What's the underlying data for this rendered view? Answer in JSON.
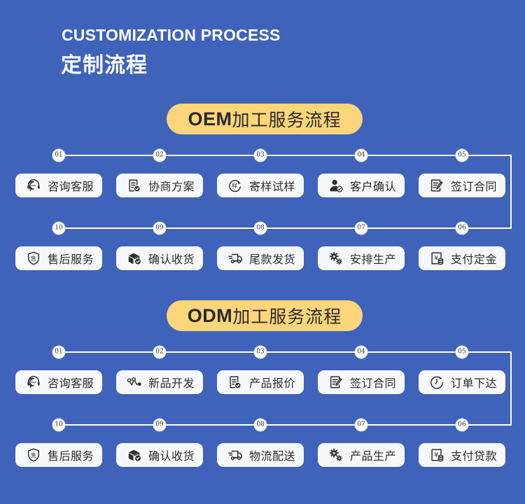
{
  "header": {
    "title_en": "CUSTOMIZATION PROCESS",
    "title_cn": "定制流程"
  },
  "colors": {
    "background": "#3f63ba",
    "pill": "#fdd57a",
    "card": "#f7f8fc",
    "connector": "#ffffff",
    "text_dark": "#2b2b2b"
  },
  "sections": [
    {
      "id": "oem",
      "title_code": "OEM",
      "title_rest": "加工服务流程",
      "steps": [
        {
          "num": "01",
          "label": "咨询客服",
          "icon": "headset-chat-icon"
        },
        {
          "num": "02",
          "label": "协商方案",
          "icon": "document-check-icon"
        },
        {
          "num": "03",
          "label": "寄样试样",
          "icon": "sample-refresh-icon"
        },
        {
          "num": "04",
          "label": "客户确认",
          "icon": "user-check-icon"
        },
        {
          "num": "05",
          "label": "签订合同",
          "icon": "contract-sign-icon"
        },
        {
          "num": "06",
          "label": "支付定金",
          "icon": "yuan-payment-icon"
        },
        {
          "num": "07",
          "label": "安排生产",
          "icon": "gears-icon"
        },
        {
          "num": "08",
          "label": "尾款发货",
          "icon": "delivery-truck-icon"
        },
        {
          "num": "09",
          "label": "确认收货",
          "icon": "package-check-icon"
        },
        {
          "num": "10",
          "label": "售后服务",
          "icon": "aftersale-shield-icon"
        }
      ]
    },
    {
      "id": "odm",
      "title_code": "ODM",
      "title_rest": "加工服务流程",
      "steps": [
        {
          "num": "01",
          "label": "咨询客服",
          "icon": "headset-chat-icon"
        },
        {
          "num": "02",
          "label": "新品开发",
          "icon": "connected-nodes-icon"
        },
        {
          "num": "03",
          "label": "产品报价",
          "icon": "document-check-icon"
        },
        {
          "num": "04",
          "label": "签订合同",
          "icon": "contract-sign-icon"
        },
        {
          "num": "05",
          "label": "订单下达",
          "icon": "clock-refresh-icon"
        },
        {
          "num": "06",
          "label": "支付贷款",
          "icon": "yuan-payment-icon"
        },
        {
          "num": "07",
          "label": "产品生产",
          "icon": "gears-icon"
        },
        {
          "num": "08",
          "label": "物流配送",
          "icon": "delivery-truck-icon"
        },
        {
          "num": "09",
          "label": "确认收货",
          "icon": "package-check-icon"
        },
        {
          "num": "10",
          "label": "售后服务",
          "icon": "aftersale-shield-icon"
        }
      ]
    }
  ]
}
